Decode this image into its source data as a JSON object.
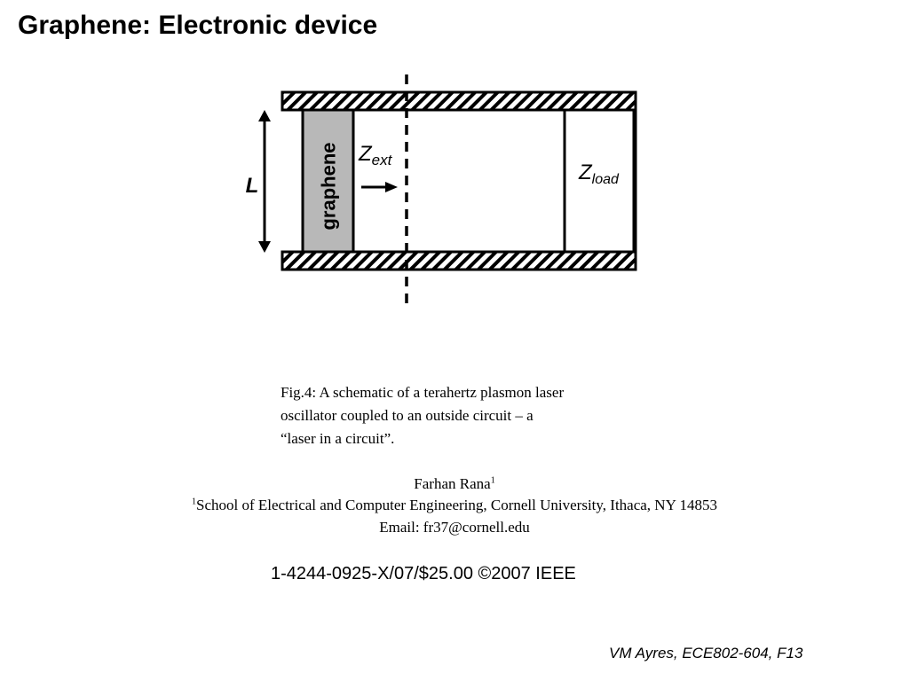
{
  "slide": {
    "title": "Graphene: Electronic device",
    "footer": "VM Ayres, ECE802-604, F13"
  },
  "diagram": {
    "length_label": "L",
    "graphene_label": "graphene",
    "z_ext_main": "Z",
    "z_ext_sub": "ext",
    "z_load_main": "Z",
    "z_load_sub": "load"
  },
  "caption": {
    "lines": [
      "Fig.4: A schematic of a terahertz plasmon laser",
      "oscillator coupled to an outside circuit – a",
      "“laser in a circuit”."
    ]
  },
  "author": {
    "name": "Farhan Rana",
    "name_sup": "1",
    "affiliation_sup": "1",
    "affiliation": "School of Electrical and Computer Engineering, Cornell University, Ithaca, NY 14853",
    "email": "Email: fr37@cornell.edu"
  },
  "ieee_line": "1-4244-0925-X/07/$25.00 ©2007 IEEE",
  "colors": {
    "graphene_fill": "#b8b8b8",
    "line": "#000000"
  }
}
